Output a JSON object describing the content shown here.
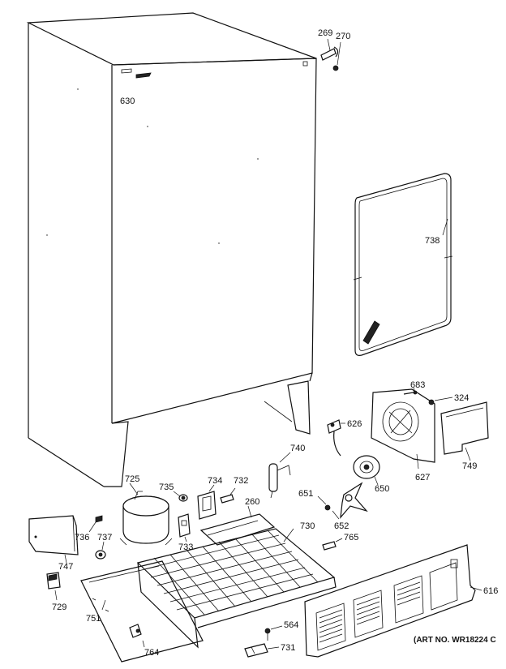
{
  "labels": {
    "p269": "269",
    "p270": "270",
    "p630": "630",
    "p738": "738",
    "p683": "683",
    "p324": "324",
    "p626": "626",
    "p740": "740",
    "p725": "725",
    "p735": "735",
    "p734": "734",
    "p732": "732",
    "p260": "260",
    "p730": "730",
    "p651": "651",
    "p652": "652",
    "p650": "650",
    "p627": "627",
    "p749": "749",
    "p765": "765",
    "p736": "736",
    "p737": "737",
    "p733": "733",
    "p747": "747",
    "p729": "729",
    "p751": "751",
    "p764": "764",
    "p564": "564",
    "p731": "731",
    "p616": "616"
  },
  "art_no": "(ART NO. WR18224 C"
}
